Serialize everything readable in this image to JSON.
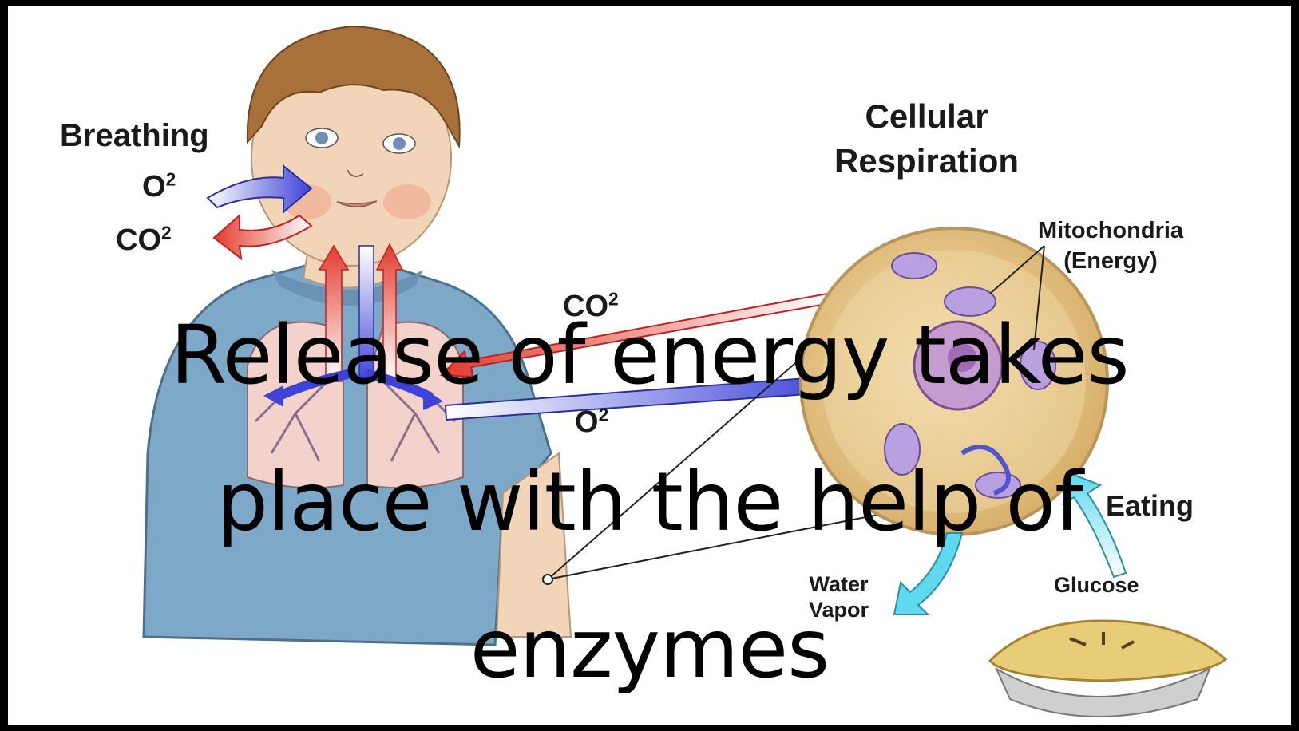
{
  "labels": {
    "breathing": "Breathing",
    "o2_left": "O",
    "co2_left": "CO",
    "co2_mid": "CO",
    "o2_mid": "O",
    "superscript": "2",
    "cellular": "Cellular",
    "respiration": "Respiration",
    "mitochondria": "Mitochondria",
    "energy": "(Energy)",
    "eating": "Eating",
    "water": "Water",
    "vapor": "Vapor",
    "glucose": "Glucose"
  },
  "caption": {
    "line1": "Release of energy takes",
    "line2": "place with the help of",
    "line3": "enzymes"
  },
  "colors": {
    "frame": "#000000",
    "o2_arrow": "#3d43d6",
    "co2_arrow": "#e23c2e",
    "eating_arrow": "#5fd9ee",
    "skin": "#f2d4b8",
    "shirt": "#7ea8c8",
    "hair": "#a8713a",
    "cell": "#e8c888"
  }
}
